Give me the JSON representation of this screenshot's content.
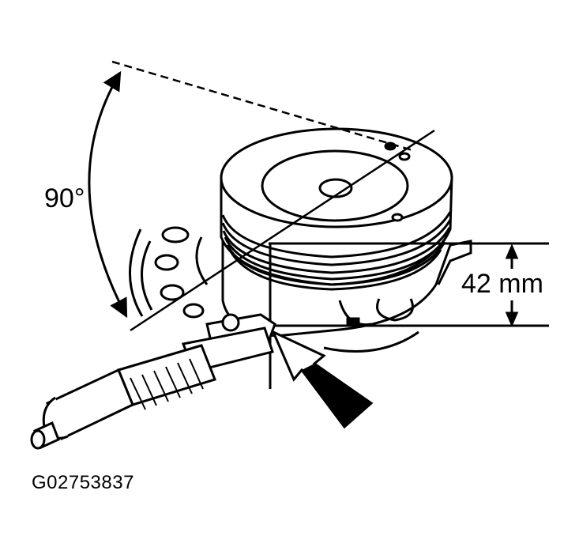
{
  "figure": {
    "angle_label": "90°",
    "dimension_label": "42 mm",
    "figure_id": "G02753837"
  },
  "colors": {
    "ink": "#000000",
    "paper": "#ffffff"
  }
}
